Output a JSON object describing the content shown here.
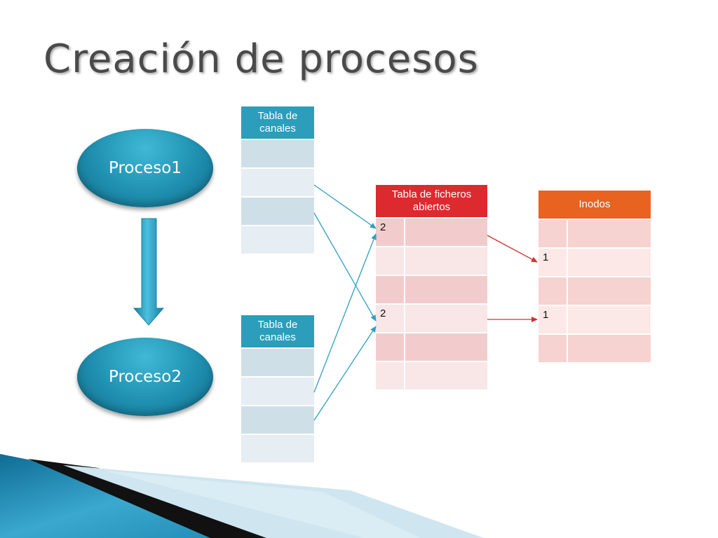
{
  "title": "Creación de procesos",
  "processes": [
    {
      "label": "Proceso1"
    },
    {
      "label": "Proceso2"
    }
  ],
  "channel_tables": [
    {
      "header": [
        "Tabla de",
        "canales"
      ],
      "rows": [
        "",
        "",
        "",
        ""
      ]
    },
    {
      "header": [
        "Tabla de",
        "canales"
      ],
      "rows": [
        "",
        "",
        "",
        ""
      ]
    }
  ],
  "open_files_table": {
    "header": [
      "Tabla de ficheros",
      "abiertos"
    ],
    "rows": [
      [
        "2",
        ""
      ],
      [
        "",
        ""
      ],
      [
        "",
        ""
      ],
      [
        "2",
        ""
      ],
      [
        "",
        ""
      ],
      [
        "",
        ""
      ]
    ]
  },
  "inodes_table": {
    "header": [
      "Inodos"
    ],
    "rows": [
      [
        "",
        ""
      ],
      [
        "1",
        ""
      ],
      [
        "",
        ""
      ],
      [
        "1",
        ""
      ],
      [
        "",
        ""
      ]
    ]
  },
  "colors": {
    "channel_header": "#2c9dba",
    "channel_row_a": "#cfdfe8",
    "channel_row_b": "#e6eef4",
    "files_header": "#dc2a2f",
    "files_row_a": "#f2cccd",
    "files_row_b": "#f9e6e6",
    "inodes_header": "#e86220",
    "inodes_row_a": "#f6d2d0",
    "inodes_row_b": "#fbe8e7",
    "blue_arrow": "#2e9fc2",
    "red_arrow": "#d03030"
  }
}
